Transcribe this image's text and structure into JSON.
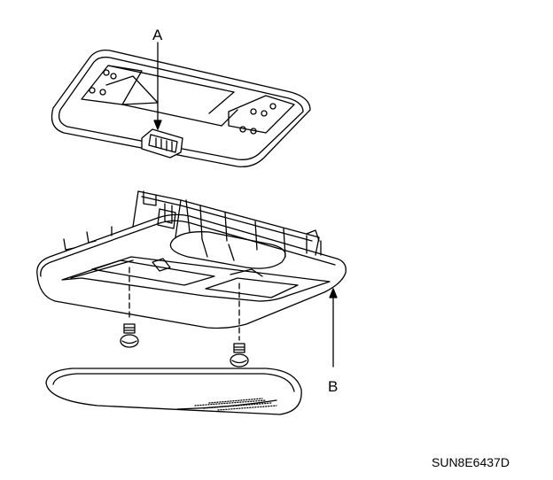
{
  "labels": {
    "a": "A",
    "b": "B"
  },
  "figure_code": "SUN8E6437D",
  "colors": {
    "line": "#000000",
    "background": "#ffffff"
  }
}
